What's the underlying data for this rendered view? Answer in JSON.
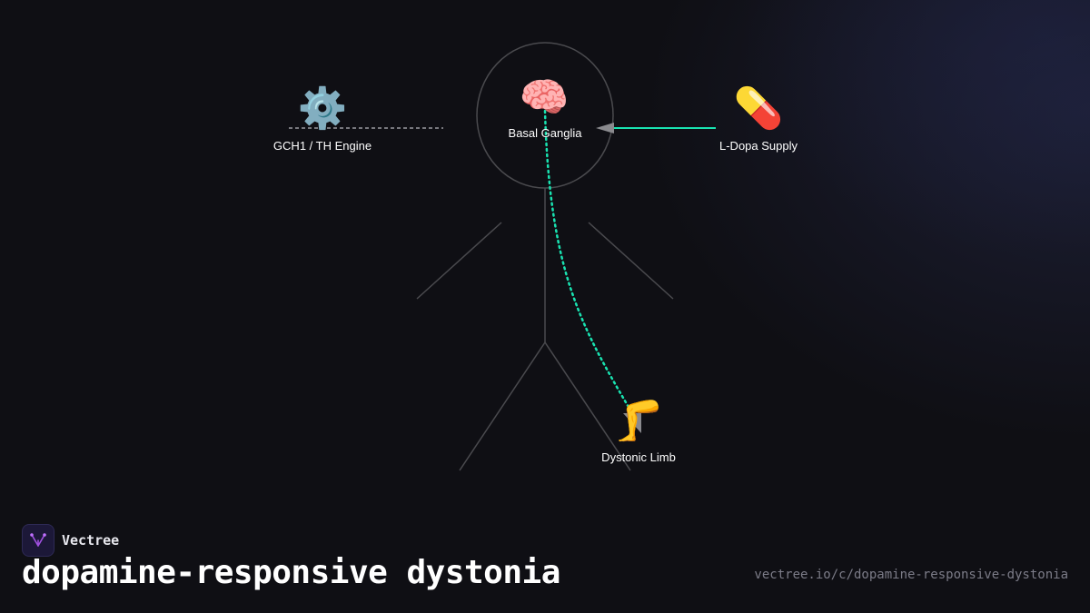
{
  "brand": {
    "name": "Vectree",
    "logo_icon": "vectree-logo-icon"
  },
  "title": "dopamine-responsive dystonia",
  "url": "vectree.io/c/dopamine-responsive-dystonia",
  "colors": {
    "background": "#0f0f14",
    "figure_stroke": "#4a4a4e",
    "active_edge": "#19e3b1",
    "inactive_edge": "#9a9aa0",
    "arrowhead": "#8a8a8e",
    "label": "#ffffff",
    "url": "#7c7c88",
    "logo_accent": "#a050e0"
  },
  "nodes": {
    "engine": {
      "icon": "⚙️",
      "icon_name": "gear-icon",
      "label": "GCH1 / TH Engine"
    },
    "brain": {
      "icon": "🧠",
      "icon_name": "brain-icon",
      "label": "Basal Ganglia"
    },
    "supply": {
      "icon": "💊",
      "icon_name": "pill-icon",
      "label": "L-Dopa Supply"
    },
    "limb": {
      "icon": "🦵",
      "icon_name": "leg-icon",
      "label": "Dystonic Limb"
    }
  },
  "edges": [
    {
      "from": "engine",
      "to": "brain",
      "style": "dashed",
      "status": "inactive"
    },
    {
      "from": "supply",
      "to": "brain",
      "style": "solid",
      "status": "active"
    },
    {
      "from": "brain",
      "to": "limb",
      "style": "dotted",
      "status": "active"
    }
  ]
}
